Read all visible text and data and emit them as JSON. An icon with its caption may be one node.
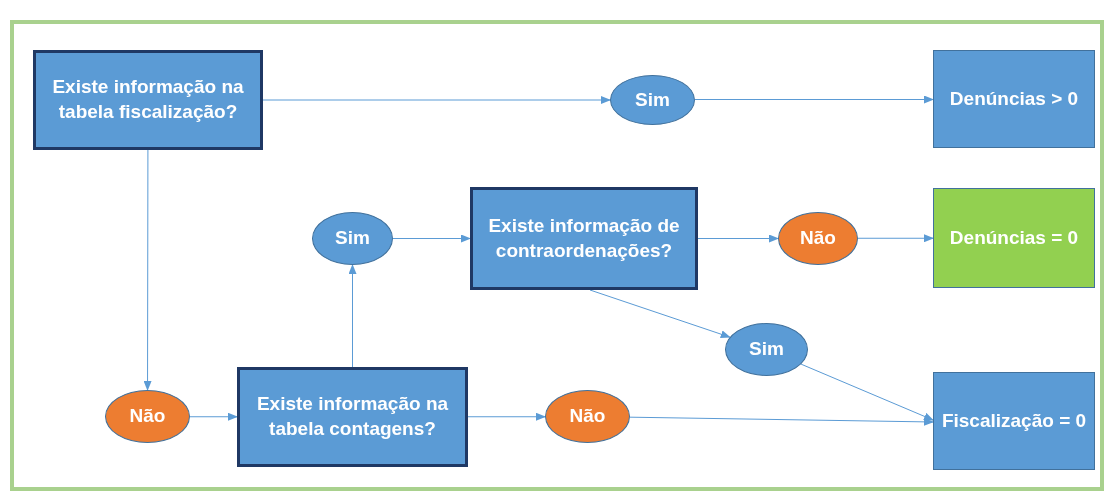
{
  "diagram": {
    "nodes": [
      {
        "text": [
          "Existe informação na tabela fiscalização?"
        ]
      },
      {
        "text": [
          "Sim"
        ]
      },
      {
        "text": [
          "Denúncias > 0"
        ]
      },
      {
        "text": [
          "Sim"
        ]
      },
      {
        "text": [
          "Existe informação de contraordenações?"
        ]
      },
      {
        "text": [
          "Não"
        ]
      },
      {
        "text": [
          "Denúncias = 0"
        ]
      },
      {
        "text": [
          "Sim"
        ]
      },
      {
        "text": [
          "Não"
        ]
      },
      {
        "text": [
          "Existe informação na tabela contagens?"
        ]
      },
      {
        "text": [
          "Não"
        ]
      },
      {
        "text": [
          "Fiscalização = 0"
        ]
      }
    ],
    "edges": [
      {
        "from": 0,
        "to": 1,
        "arrow": "to"
      },
      {
        "from": 1,
        "to": 2,
        "arrow": "to"
      },
      {
        "from": 0,
        "to": 8,
        "arrow": "to"
      },
      {
        "from": 8,
        "to": 9,
        "arrow": "to"
      },
      {
        "from": 9,
        "to": 3,
        "arrow": "to"
      },
      {
        "from": 3,
        "to": 4,
        "arrow": "to"
      },
      {
        "from": 4,
        "to": 5,
        "arrow": "to"
      },
      {
        "from": 5,
        "to": 6,
        "arrow": "to"
      },
      {
        "from": 4,
        "to": 7,
        "arrow": "to"
      },
      {
        "from": 7,
        "to": 11,
        "arrow": "to"
      },
      {
        "from": 9,
        "to": 10,
        "arrow": "to"
      },
      {
        "from": 10,
        "to": 11,
        "arrow": "to"
      }
    ]
  }
}
